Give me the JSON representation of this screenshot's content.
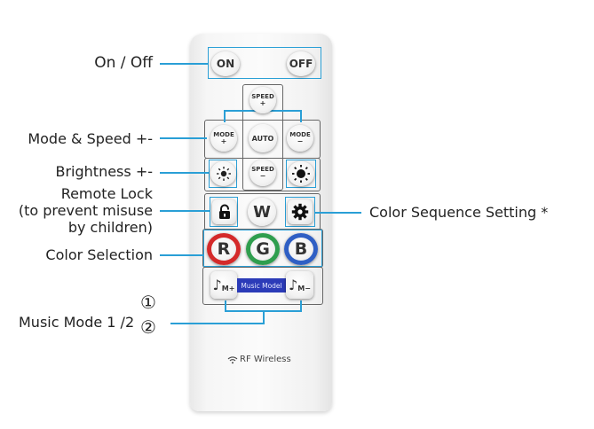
{
  "callouts": {
    "on_off": "On / Off",
    "mode_speed": "Mode & Speed +-",
    "brightness": "Brightness +-",
    "remote_lock_line1": "Remote Lock",
    "remote_lock_line2": "(to prevent misuse",
    "remote_lock_line3": "by children)",
    "color_sequence": "Color Sequence Setting *",
    "color_selection": "Color Selection",
    "music_mode": "Music Mode 1 /2",
    "circle_1": "①",
    "circle_2": "②"
  },
  "remote": {
    "on": "ON",
    "off": "OFF",
    "speed_plus_top": "SPEED",
    "speed_plus_sign": "+",
    "mode_plus_top": "MODE",
    "mode_plus_sign": "+",
    "auto": "AUTO",
    "mode_minus_top": "MODE",
    "mode_minus_sign": "−",
    "speed_minus_top": "SPEED",
    "speed_minus_sign": "−",
    "w": "W",
    "r": "R",
    "g": "G",
    "b": "B",
    "music_plus": "M+",
    "music_minus": "M−",
    "music_model_banner": "Music Model",
    "rf_wireless": "RF Wireless"
  },
  "colors": {
    "callout_line": "#2a9fd6",
    "red_ring": "#d42a2a",
    "green_ring": "#2f9e4e",
    "blue_ring": "#2f5fc4",
    "banner": "#2b3bb8"
  },
  "icons": [
    "lock-icon",
    "gear-icon",
    "brightness-low-icon",
    "brightness-high-icon",
    "music-note-icon",
    "wifi-icon"
  ]
}
